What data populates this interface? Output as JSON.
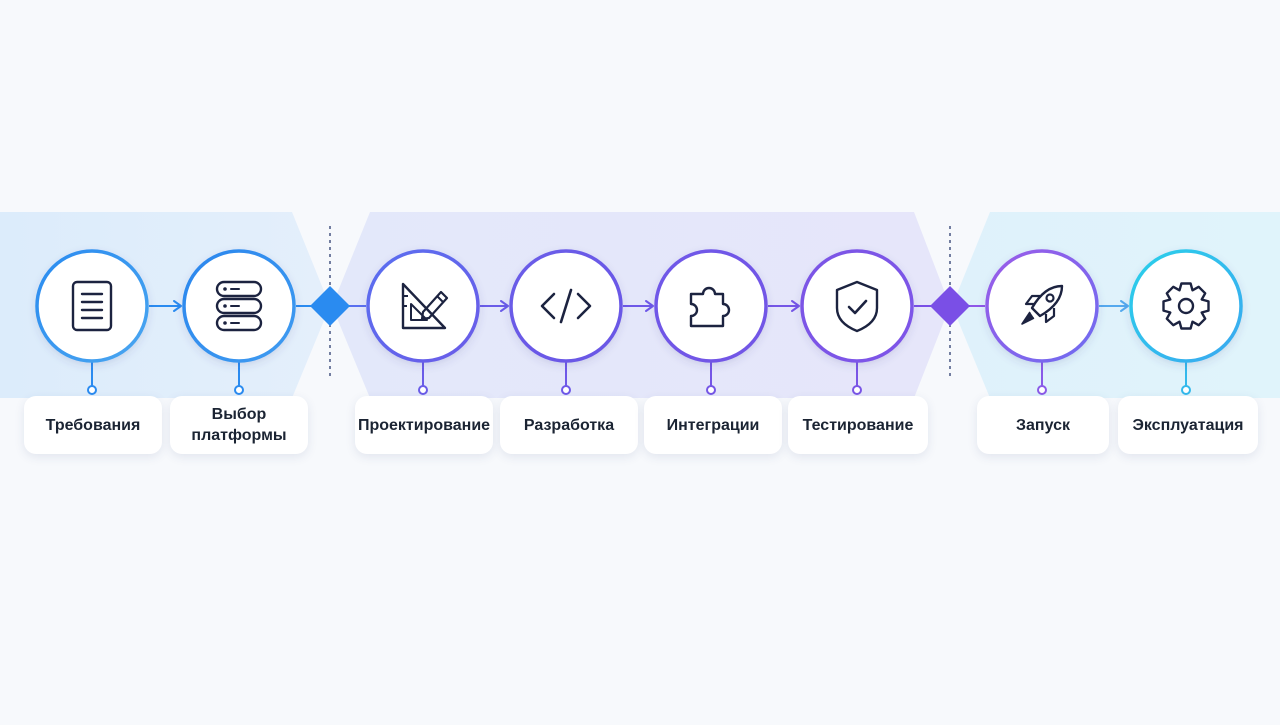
{
  "colors": {
    "phase1": "#2b8ee8",
    "phase2": "#6c5ce7",
    "phase3": "#22c7e6",
    "icon": "#1c2340",
    "card_text": "#1b2433"
  },
  "steps": [
    {
      "label": "Требования",
      "icon": "document-icon"
    },
    {
      "label": "Выбор\nплатформы",
      "icon": "server-stack-icon"
    },
    {
      "label": "Проектирование",
      "icon": "ruler-pencil-icon"
    },
    {
      "label": "Разработка",
      "icon": "code-icon"
    },
    {
      "label": "Интеграции",
      "icon": "puzzle-icon"
    },
    {
      "label": "Тестирование",
      "icon": "shield-check-icon"
    },
    {
      "label": "Запуск",
      "icon": "rocket-icon"
    },
    {
      "label": "Эксплуатация",
      "icon": "gear-icon"
    }
  ],
  "phases": [
    {
      "steps": [
        0,
        1
      ]
    },
    {
      "steps": [
        2,
        3,
        4,
        5
      ]
    },
    {
      "steps": [
        6,
        7
      ]
    }
  ]
}
